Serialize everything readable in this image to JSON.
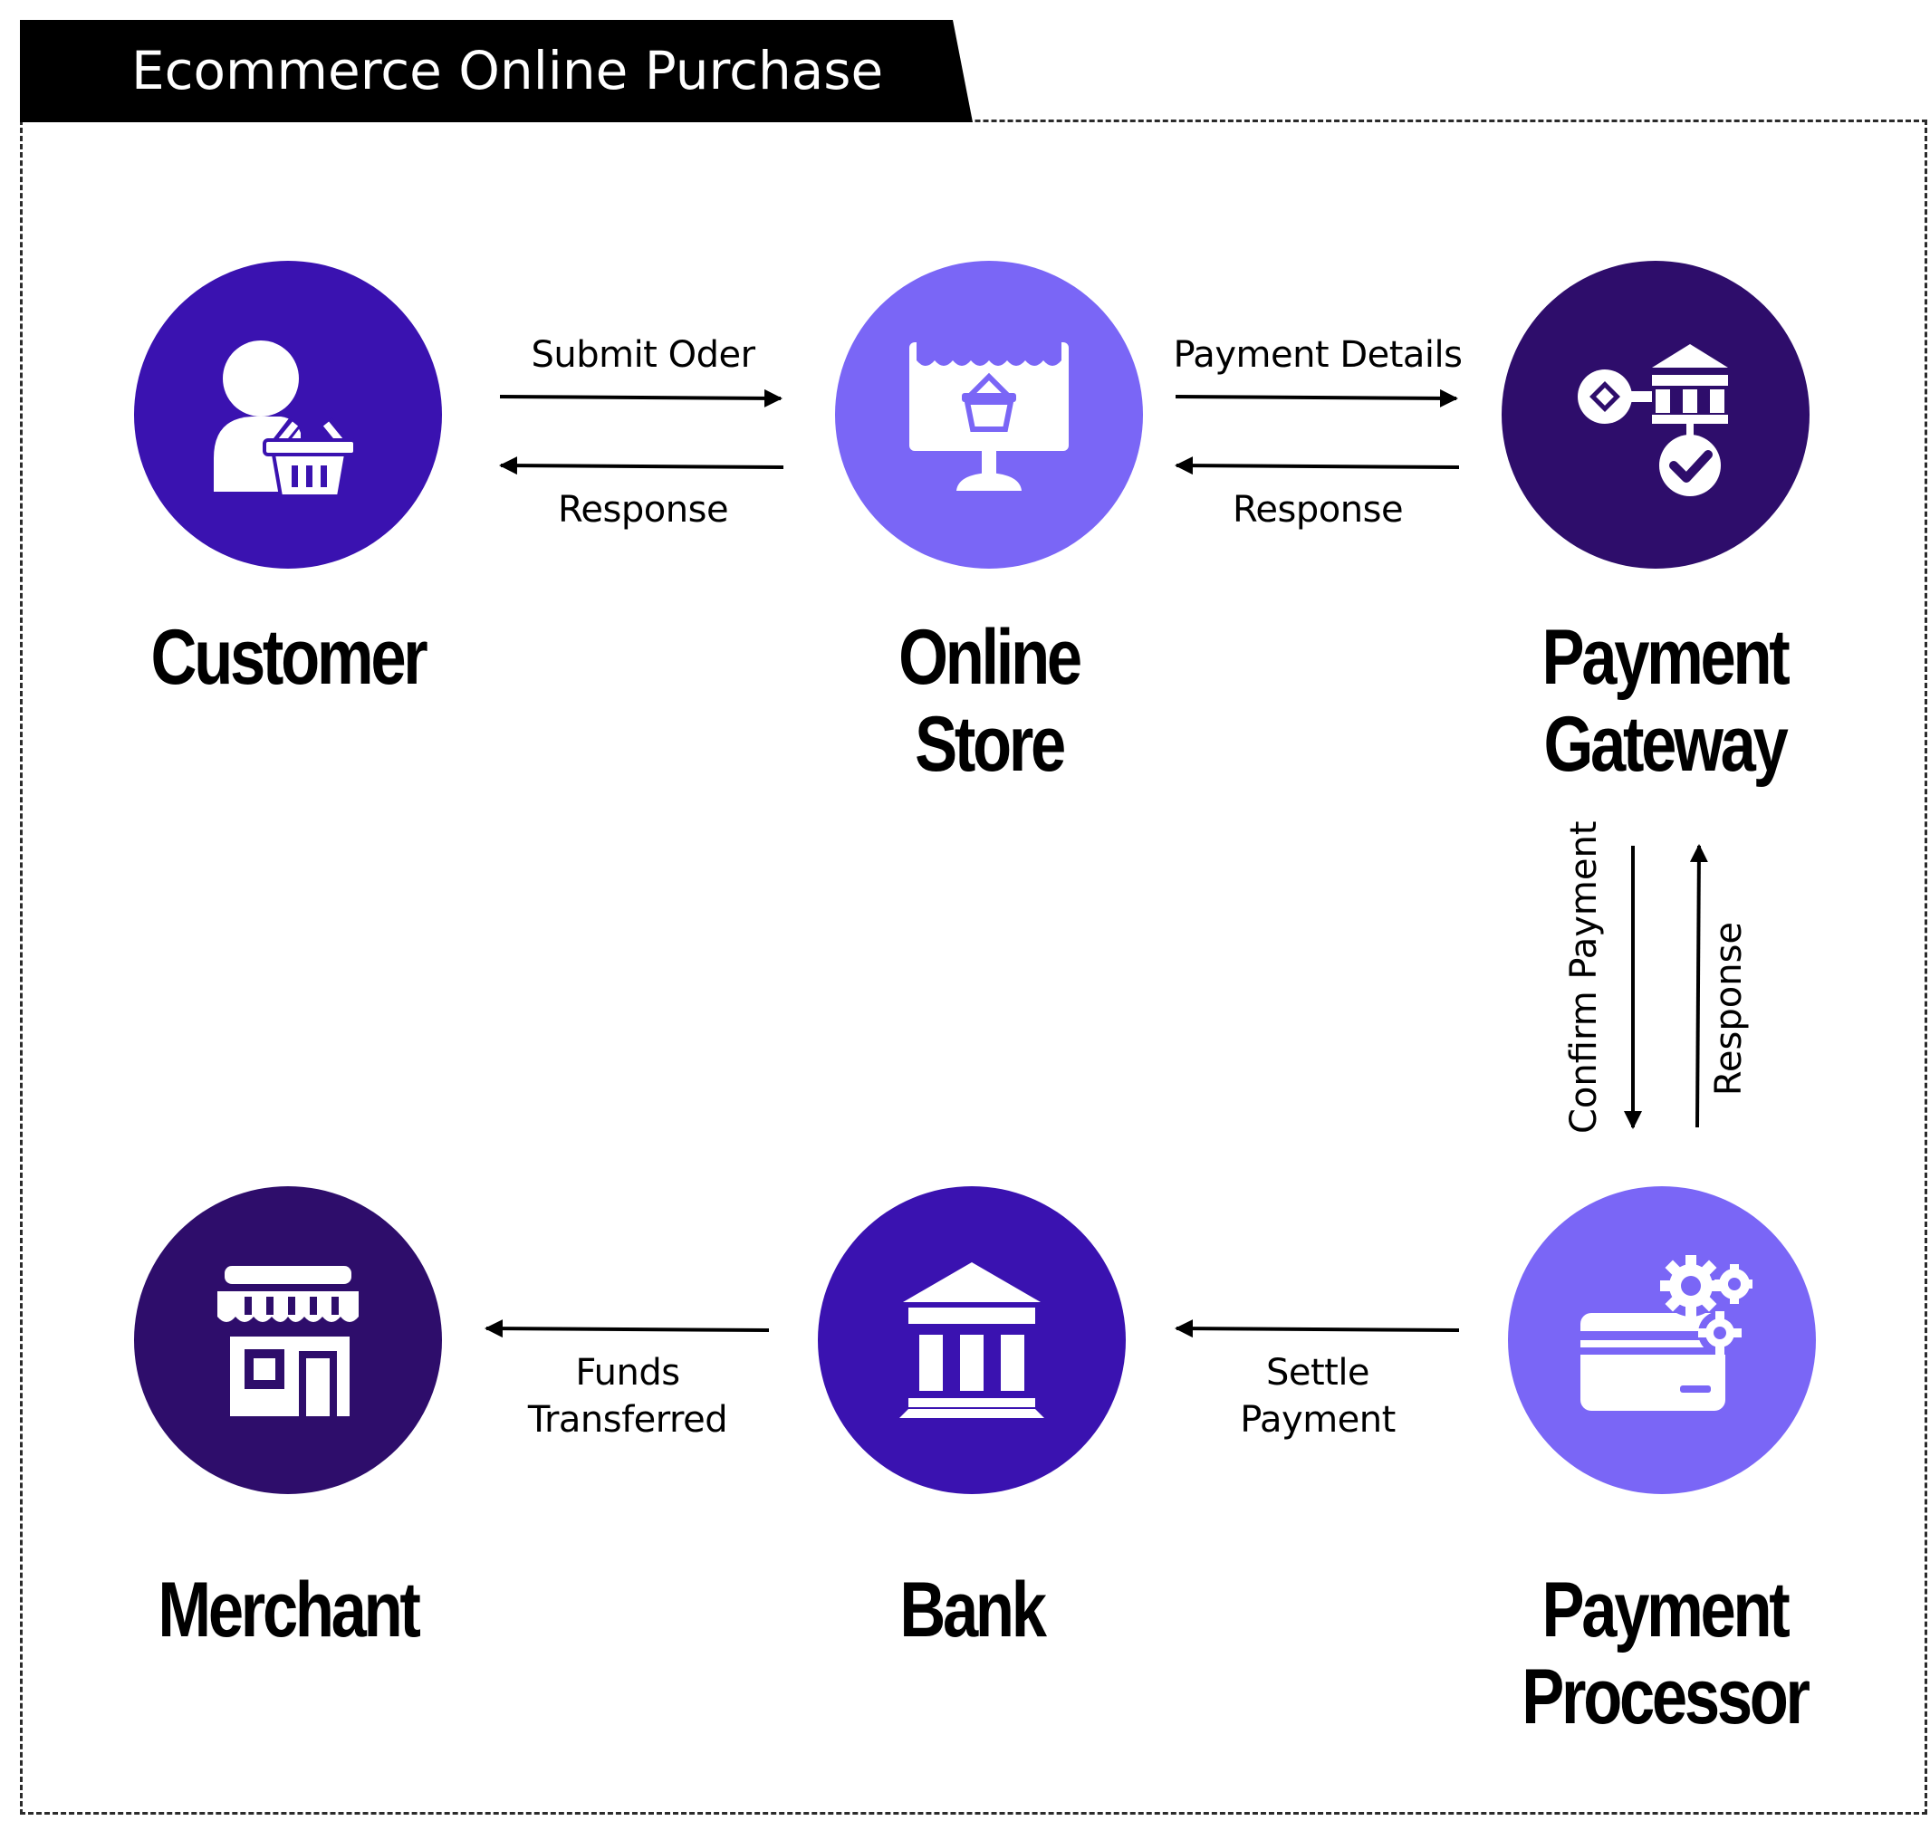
{
  "title": "Ecommerce Online Purchase",
  "colors": {
    "dark_purple": "#2e0d6b",
    "mid_purple": "#3a12b0",
    "light_purple": "#7a66f6",
    "frame": "#2b2b2b"
  },
  "nodes": {
    "customer": {
      "label": "Customer",
      "icon": "customer-basket-icon"
    },
    "online_store": {
      "line1": "Online",
      "line2": "Store",
      "icon": "store-monitor-icon"
    },
    "payment_gateway": {
      "line1": "Payment",
      "line2": "Gateway",
      "icon": "payment-gateway-icon"
    },
    "merchant": {
      "label": "Merchant",
      "icon": "shop-icon"
    },
    "bank": {
      "label": "Bank",
      "icon": "bank-icon"
    },
    "payment_processor": {
      "line1": "Payment",
      "line2": "Processor",
      "icon": "card-gears-icon"
    }
  },
  "edges": {
    "submit_order": "Submit Oder",
    "response_customer": "Response",
    "payment_details": "Payment Details",
    "response_store": "Response",
    "confirm_payment": "Confirm Payment",
    "response_gateway": "Response",
    "settle_line1": "Settle",
    "settle_line2": "Payment",
    "funds_line1": "Funds",
    "funds_line2": "Transferred"
  }
}
